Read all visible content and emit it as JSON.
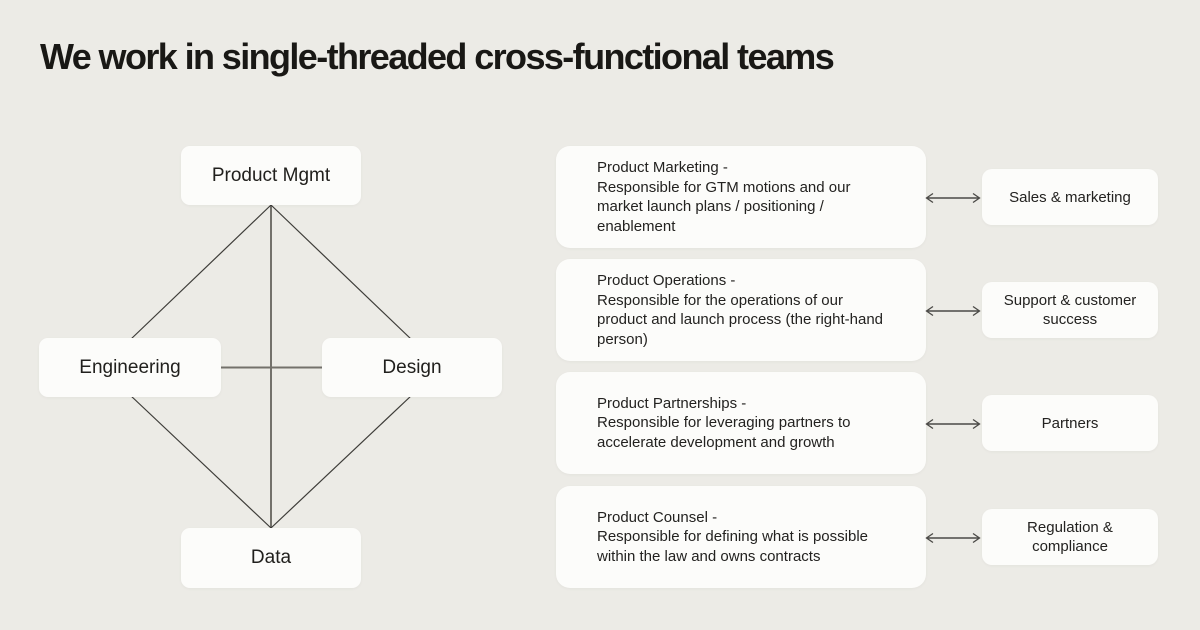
{
  "title": "We work in single-threaded cross-functional teams",
  "colors": {
    "background": "#ECEBE6",
    "card": "#FCFCFA",
    "title_text": "#191815",
    "body_text": "#232220",
    "diagonal_line": "#3D3C38",
    "cross_line": "#73716B",
    "arrow": "#4A4946"
  },
  "org_diagram": {
    "nodes": [
      {
        "label": "Product Mgmt"
      },
      {
        "label": "Engineering"
      },
      {
        "label": "Design"
      },
      {
        "label": "Data"
      }
    ]
  },
  "responsibility_rows": [
    {
      "role": "Product Marketing -",
      "description": "Responsible for GTM motions and our market launch plans / positioning / enablement",
      "arrow_icon": "double-arrow-icon",
      "counterpart": "Sales & marketing"
    },
    {
      "role": "Product Operations -",
      "description": "Responsible for the operations of our product and launch process (the right-hand person)",
      "arrow_icon": "double-arrow-icon",
      "counterpart": "Support & customer success"
    },
    {
      "role": "Product Partnerships -",
      "description": "Responsible for leveraging partners to accelerate development and growth",
      "arrow_icon": "double-arrow-icon",
      "counterpart": "Partners"
    },
    {
      "role": "Product Counsel -",
      "description": "Responsible for defining what is possible within the law and owns contracts",
      "arrow_icon": "double-arrow-icon",
      "counterpart": "Regulation & compliance"
    }
  ]
}
